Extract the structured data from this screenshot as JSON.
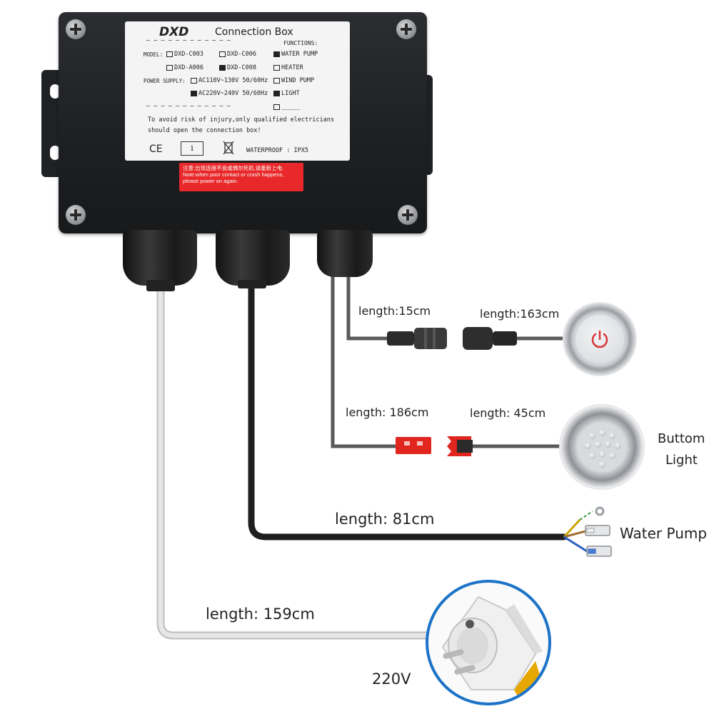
{
  "box_label": {
    "brand": "DXD",
    "title": "Connection Box",
    "functions_heading": "FUNCTIONS:",
    "model_heading": "MODEL:",
    "models": [
      "DXD-C003",
      "DXD-C006",
      "DXD-A006",
      "DXD-C008"
    ],
    "power_heading": "POWER SUPPLY:",
    "power_options": [
      "AC110V~130V  50/60Hz",
      "AC220V~240V  50/60Hz"
    ],
    "functions": [
      "WATER PUMP",
      "HEATER",
      "WIND PUMP",
      "LIGHT"
    ],
    "safety_line1": "To avoid risk of injury,only qualified electricians",
    "safety_line2": "should open the connection box!",
    "waterproof": "WATERPROOF : IPX5",
    "ce_mark": "CE",
    "manual_symbol": "i"
  },
  "warning_sticker": {
    "line_cn": "注意:出现连接不良或偶尔死机,请重新上电.",
    "line_en1": "Note:when poor contact or crash happens,",
    "line_en2": "please power on again."
  },
  "cables": {
    "switch_short": "length:15cm",
    "switch_long": "length:163cm",
    "light_short": "length: 186cm",
    "light_long": "length: 45cm",
    "pump": "length: 81cm",
    "power": "length: 159cm"
  },
  "devices": {
    "light_label_line1": "Buttom",
    "light_label_line2": "Light",
    "pump_label": "Water Pump",
    "power_label": "220V",
    "switch_icon": "power-icon"
  },
  "colors": {
    "box": "#1f2124",
    "warning_red": "#e8282a",
    "connector_red": "#e0261f",
    "cable_grey": "#5a5a5a",
    "cable_black": "#1e1e1e",
    "cable_white": "#d8d8d8",
    "plug_ring_blue": "#1c73c7"
  }
}
